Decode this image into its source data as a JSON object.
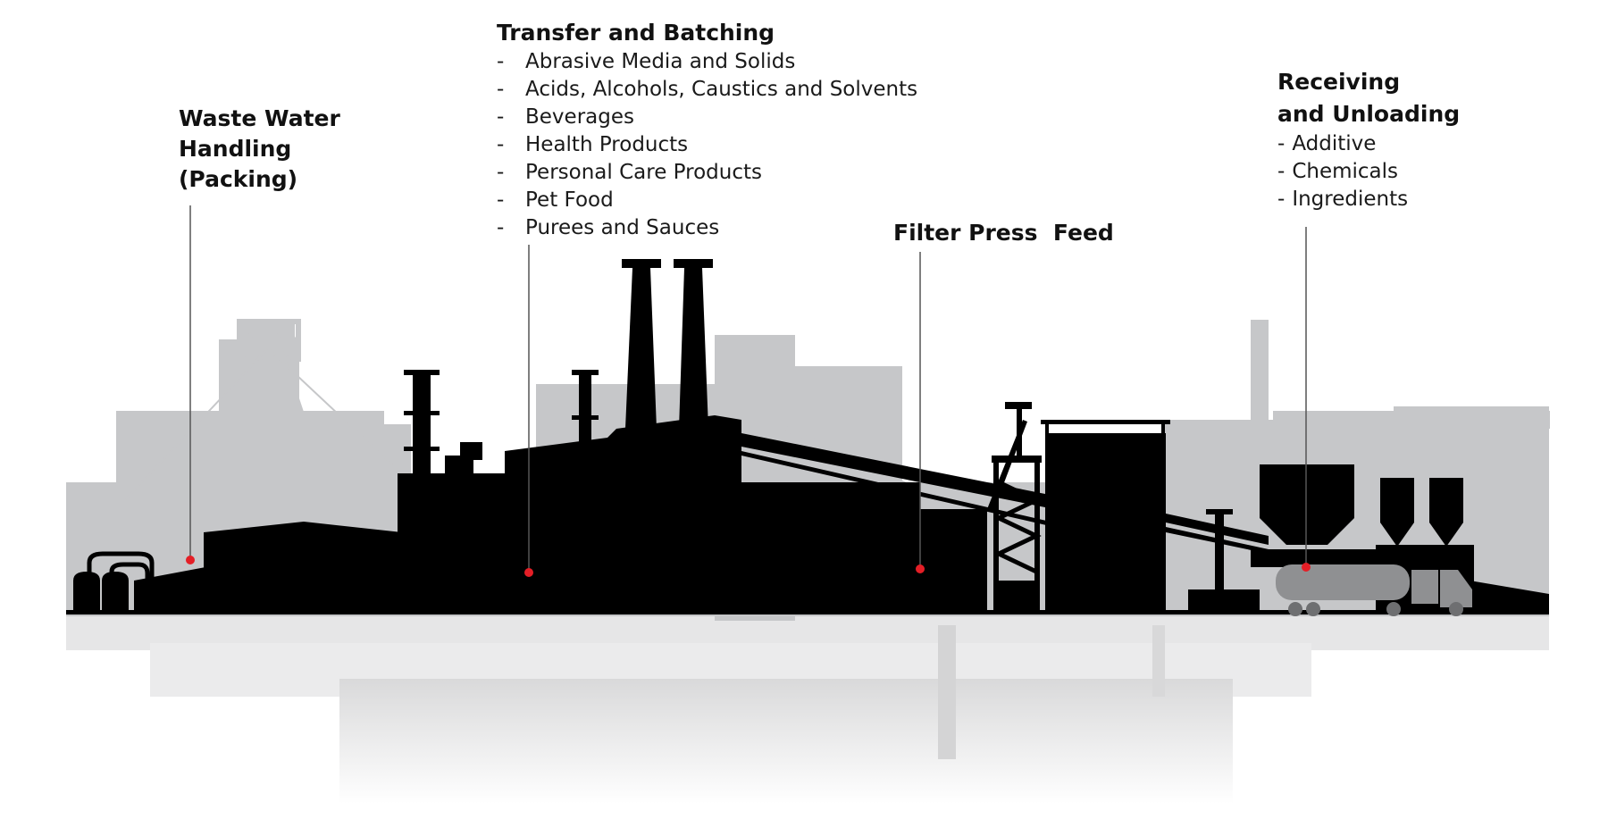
{
  "colors": {
    "silhouette": "#000000",
    "background_silhouette": "#c6c7c9",
    "reflection": "#e4e4e5",
    "marker": "#e41e26",
    "leader_line": "#555555"
  },
  "callouts": {
    "waste_water": {
      "title_lines": [
        "Waste Water",
        "Handling",
        "(Packing)"
      ],
      "items": []
    },
    "transfer_batching": {
      "title": "Transfer and Batching",
      "bullet": "-",
      "items": [
        "Abrasive Media and Solids",
        "Acids, Alcohols, Caustics and Solvents",
        "Beverages",
        "Health Products",
        "Personal Care Products",
        "Pet Food",
        "Purees and Sauces"
      ]
    },
    "filter_press": {
      "title": "Filter Press  Feed"
    },
    "receiving_unloading": {
      "title_lines": [
        "Receiving",
        "and Unloading"
      ],
      "bullet": "-",
      "items": [
        "Additive",
        "Chemicals",
        "Ingredients"
      ]
    }
  }
}
